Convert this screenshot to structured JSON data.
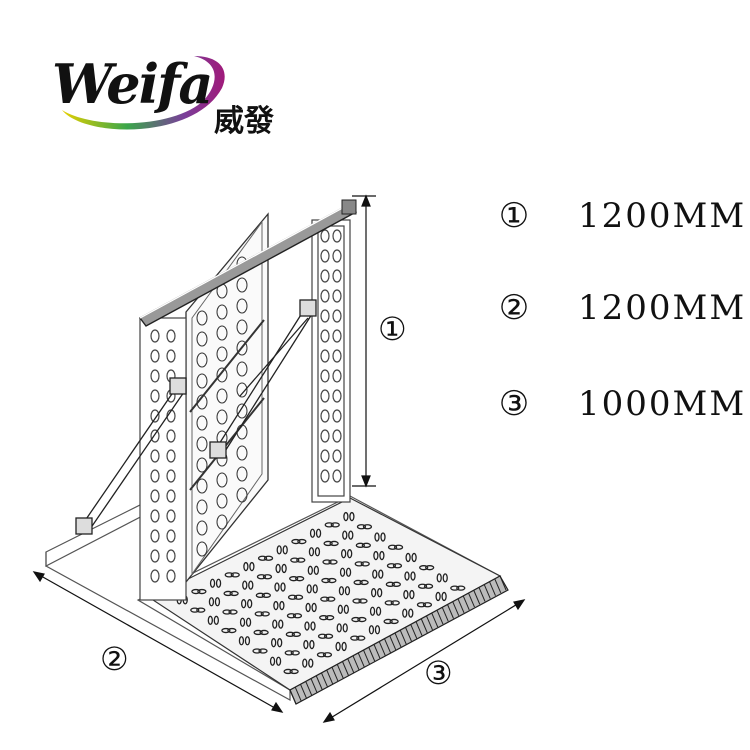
{
  "logo": {
    "brand": "Weifa",
    "chinese": "威發"
  },
  "legend": [
    {
      "mark": "①",
      "value": "1200MM"
    },
    {
      "mark": "②",
      "value": "1200MM"
    },
    {
      "mark": "③",
      "value": "1000MM"
    }
  ],
  "dimensions": {
    "height_mark": "①",
    "width_mark": "②",
    "depth_mark": "③"
  }
}
